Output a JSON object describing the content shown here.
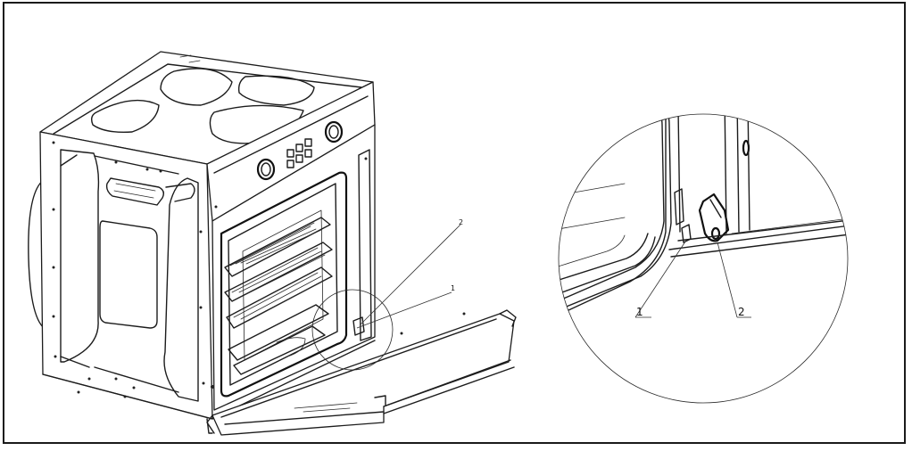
{
  "figure": {
    "overview_callouts": [
      {
        "number": "2"
      },
      {
        "number": "1"
      }
    ],
    "detail_callouts": [
      {
        "number": "1"
      },
      {
        "number": "2"
      }
    ]
  }
}
